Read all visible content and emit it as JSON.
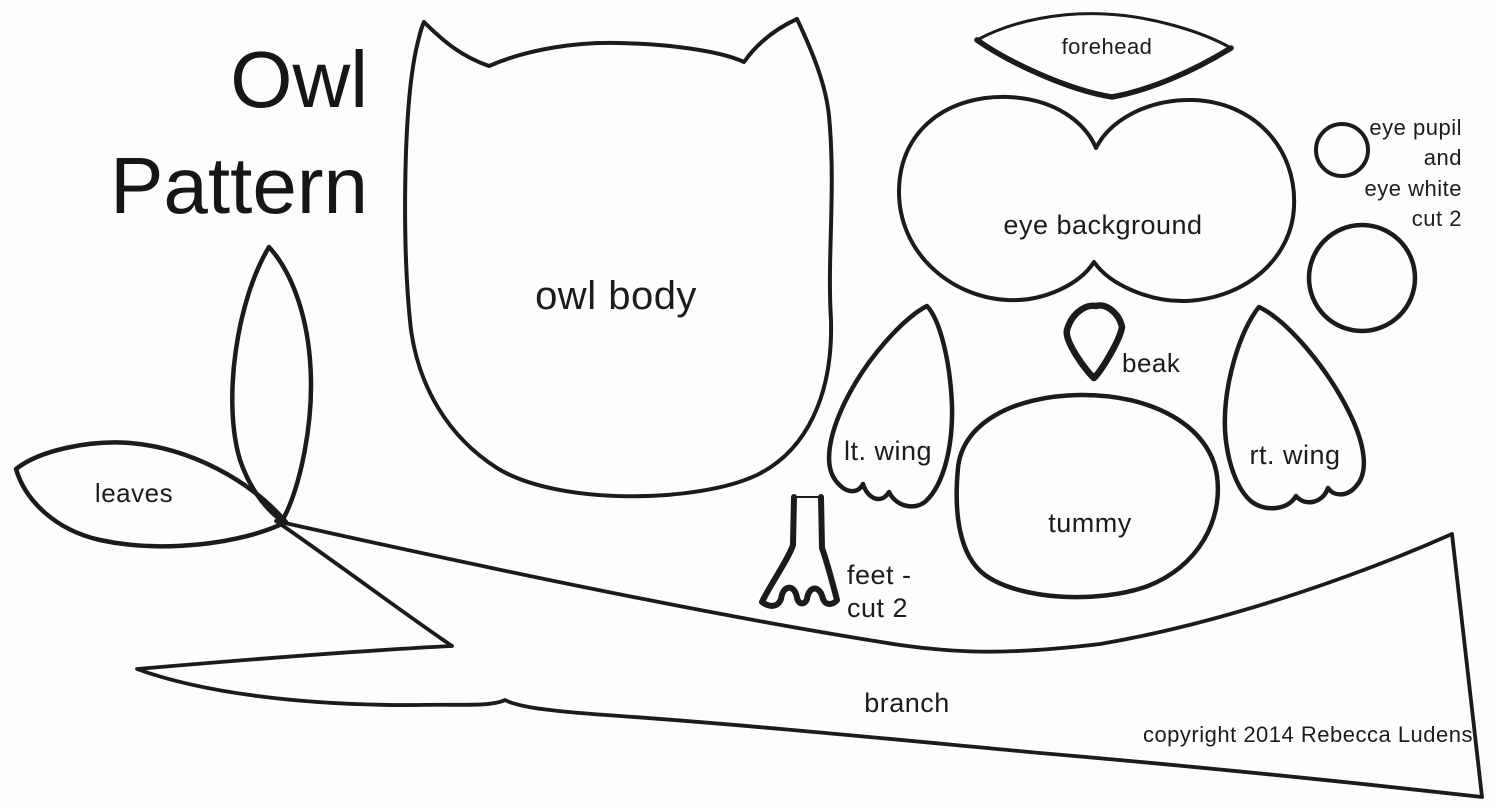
{
  "title": {
    "line1": "Owl",
    "line2": "Pattern"
  },
  "pieces": {
    "owl_body": "owl body",
    "forehead": "forehead",
    "eye_background": "eye background",
    "beak": "beak",
    "left_wing": "lt. wing",
    "right_wing": "rt. wing",
    "tummy": "tummy",
    "leaves": "leaves",
    "branch": "branch"
  },
  "notes": {
    "eye": {
      "line1": "eye pupil",
      "line2": "and",
      "line3": "eye white",
      "line4": "cut 2"
    },
    "feet": {
      "line1": "feet -",
      "line2": "cut 2"
    }
  },
  "copyright": "copyright 2014 Rebecca Ludens",
  "colors": {
    "ink": "#1b1b1b",
    "paper": "#fdfdfd"
  }
}
